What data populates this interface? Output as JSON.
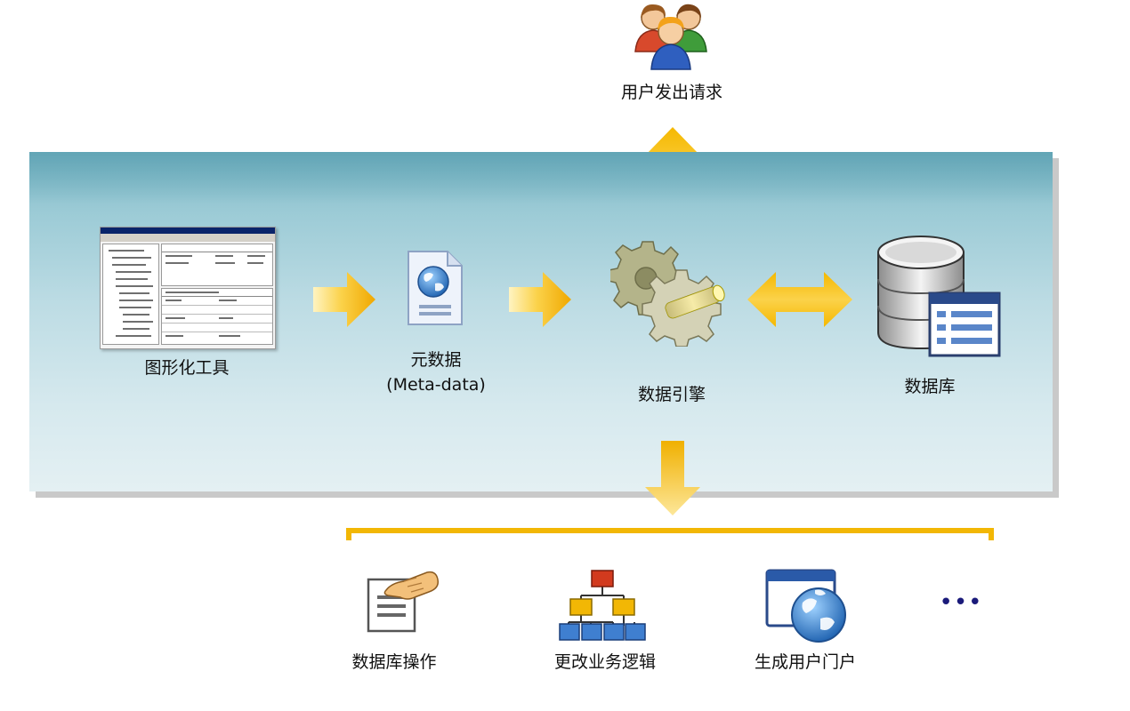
{
  "request_label": "用户发出请求",
  "tool_label": "图形化工具",
  "metadata": {
    "line1": "元数据",
    "line2": "(Meta-data)"
  },
  "engine_label": "数据引擎",
  "database_label": "数据库",
  "outputs": [
    {
      "label": "数据库操作",
      "icon": "hand-document-icon"
    },
    {
      "label": "更改业务逻辑",
      "icon": "org-chart-icon"
    },
    {
      "label": "生成用户门户",
      "icon": "browser-globe-icon"
    }
  ],
  "more_label": "•••",
  "colors": {
    "arrow": "#f2b705",
    "panel_top": "#7db7c4",
    "panel_bottom": "#e4f0f3",
    "more_dots": "#1a1a7a"
  }
}
